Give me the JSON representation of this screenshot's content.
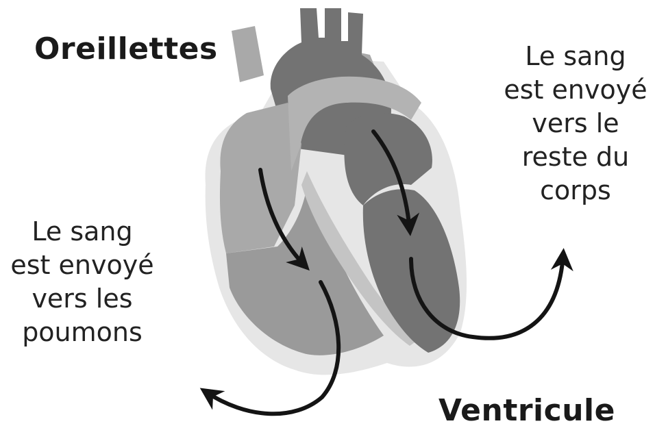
{
  "labels": {
    "atria": "Oreillettes",
    "ventricle": "Ventricule"
  },
  "captions": {
    "right": [
      "Le sang",
      "est envoyé",
      "vers le",
      "reste du",
      "corps"
    ],
    "left": [
      "Le sang",
      "est envoyé",
      "vers les",
      "poumons"
    ]
  },
  "colors": {
    "outline": "#e6e6e6",
    "light_gray": "#a9a9a9",
    "mid_gray": "#9a9a9a",
    "dark_gray": "#737373",
    "arrow": "#141414"
  }
}
